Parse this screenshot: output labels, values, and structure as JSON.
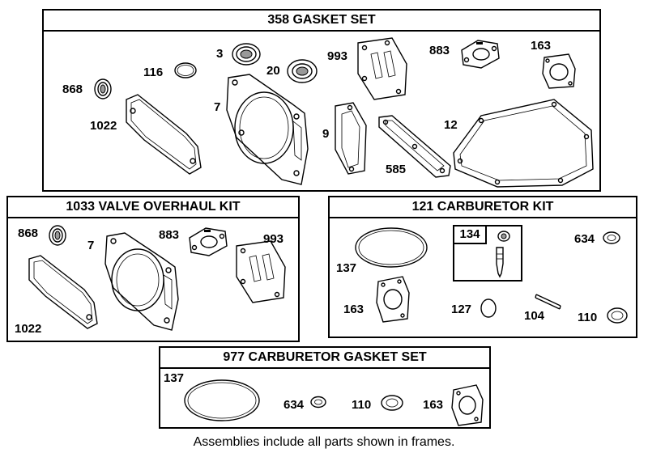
{
  "frames": {
    "gasket_set": {
      "title": "358 GASKET SET",
      "parts": {
        "p868": "868",
        "p116": "116",
        "p3": "3",
        "p20": "20",
        "p993": "993",
        "p883": "883",
        "p163": "163",
        "p1022": "1022",
        "p7": "7",
        "p9": "9",
        "p585": "585",
        "p12": "12"
      }
    },
    "valve_kit": {
      "title": "1033 VALVE OVERHAUL KIT",
      "parts": {
        "p868": "868",
        "p7": "7",
        "p883": "883",
        "p993": "993",
        "p1022": "1022"
      }
    },
    "carb_kit": {
      "title": "121 CARBURETOR KIT",
      "subassembly": "134",
      "parts": {
        "p634": "634",
        "p137": "137",
        "p163": "163",
        "p127": "127",
        "p104": "104",
        "p110": "110"
      }
    },
    "carb_gasket_set": {
      "title": "977 CARBURETOR  GASKET SET",
      "parts": {
        "p137": "137",
        "p634": "634",
        "p110": "110",
        "p163": "163"
      }
    }
  },
  "caption": "Assemblies include all parts shown in frames."
}
